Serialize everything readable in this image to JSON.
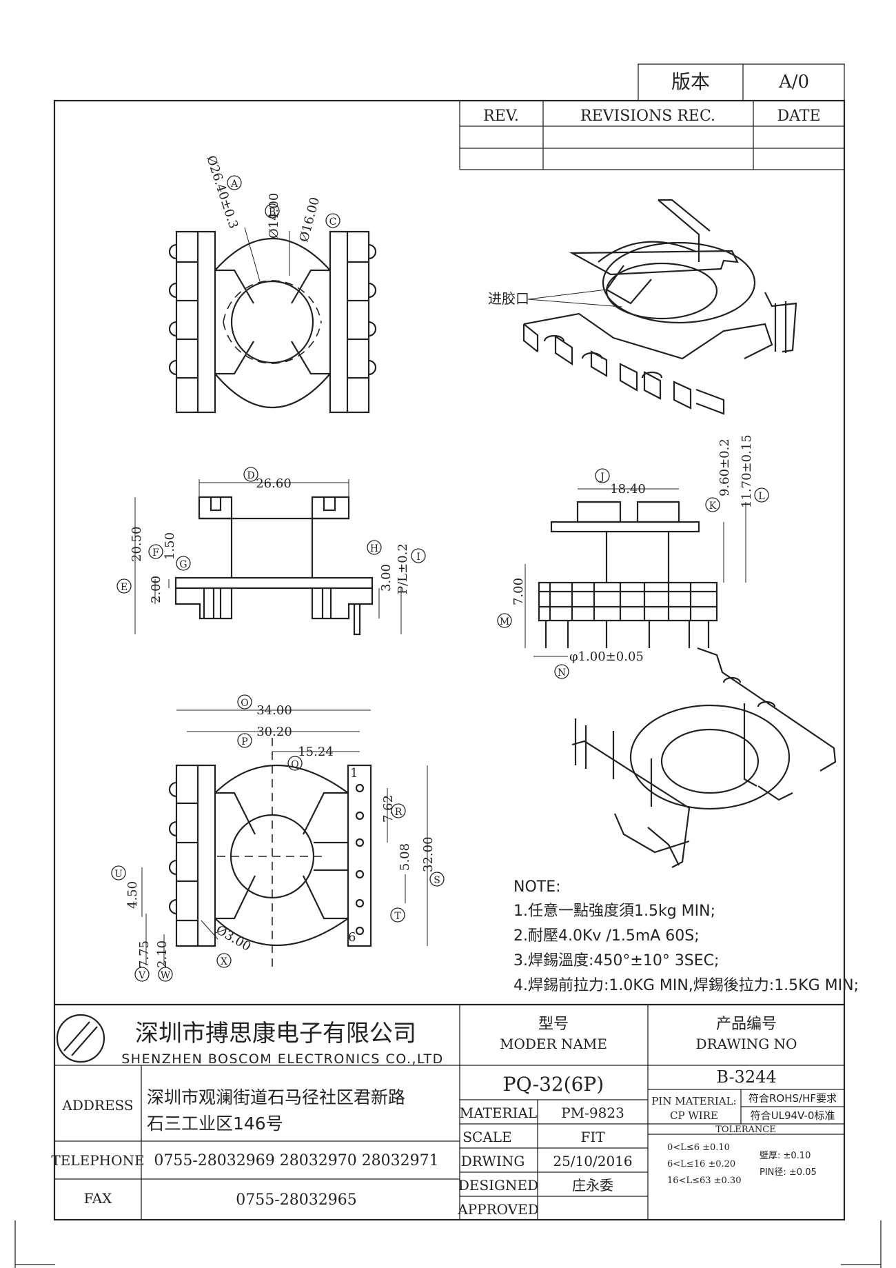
{
  "version_box": {
    "label": "版本",
    "value": "A/0"
  },
  "revisions": {
    "rev_label": "REV.",
    "rec_label": "REVISIONS REC.",
    "date_label": "DATE"
  },
  "top_view": {
    "dim_A": "Ø26.40±0.3",
    "dim_B": "Ø14.00",
    "dim_C": "Ø16.00",
    "tag_A": "A",
    "tag_B": "B",
    "tag_C": "C"
  },
  "iso_top": {
    "gate_label": "进胶口"
  },
  "side_view": {
    "dim_D": "26.60",
    "dim_E": "20.50",
    "dim_F": "2.00",
    "dim_G": "1.50",
    "dim_H": "3.00",
    "dim_I": "P/L±0.2",
    "tag_D": "D",
    "tag_E": "E",
    "tag_F": "F",
    "tag_G": "G",
    "tag_H": "H",
    "tag_I": "I"
  },
  "front_view": {
    "dim_J": "18.40",
    "dim_K": "9.60±0.2",
    "dim_L": "11.70±0.15",
    "dim_M": "7.00",
    "dim_N": "φ1.00±0.05",
    "tag_J": "J",
    "tag_K": "K",
    "tag_L": "L",
    "tag_M": "M",
    "tag_N": "N"
  },
  "bottom_view": {
    "dim_O": "34.00",
    "dim_P": "30.20",
    "dim_Q": "15.24",
    "dim_R": "7.62",
    "dim_S": "32.00",
    "dim_T": "5.08",
    "dim_U": "4.50",
    "dim_V": "7.75",
    "dim_W": "2.10",
    "dim_X": "Ø3.00",
    "tag_O": "O",
    "tag_P": "P",
    "tag_Q": "Q",
    "tag_R": "R",
    "tag_S": "S",
    "tag_T": "T",
    "tag_U": "U",
    "tag_V": "V",
    "tag_W": "W",
    "tag_X": "X",
    "pin_first": "1",
    "pin_last": "6"
  },
  "notes": {
    "heading": "NOTE:",
    "items": [
      "1.任意一點強度須1.5kg MIN;",
      "2.耐壓4.0Kv /1.5mA 60S;",
      "3.焊錫溫度:450°±10°  3SEC;",
      "4.焊錫前拉力:1.0KG MIN,焊錫後拉力:1.5KG MIN;"
    ]
  },
  "title_block": {
    "company_cn": "深圳市搏思康电子有限公司",
    "company_en": "SHENZHEN BOSCOM ELECTRONICS CO.,LTD",
    "address_label": "ADDRESS",
    "address_line1": "深圳市观澜街道石马径社区君新路",
    "address_line2": "石三工业区146号",
    "telephone_label": "TELEPHONE",
    "telephone": "0755-28032969 28032970 28032971",
    "fax_label": "FAX",
    "fax": "0755-28032965",
    "model_label_cn": "型号",
    "model_label_en": "MODER NAME",
    "model": "PQ-32(6P)",
    "drawing_label_cn": "产品编号",
    "drawing_label_en": "DRAWING NO",
    "drawing_no": "B-3244",
    "material_label": "MATERIAL",
    "material": "PM-9823",
    "scale_label": "SCALE",
    "scale": "FIT",
    "drwing_label": "DRWING",
    "drwing_date": "25/10/2016",
    "designed_label": "DESIGNED",
    "designer": "庄永委",
    "approved_label": "APPROVED",
    "pin_material_label": "PIN MATERIAL:",
    "cp_wire": "CP WIRE",
    "rohs": "符合ROHS/HF要求",
    "ul": "符合UL94V-0标准",
    "tolerance_label": "TOLERANCE",
    "tol_rows": [
      "0<L≤6   ±0.10",
      "6<L≤16  ±0.20",
      "16<L≤63 ±0.30"
    ],
    "wall_tol": "壁厚:  ±0.10",
    "pin_tol": "PIN径: ±0.05"
  }
}
